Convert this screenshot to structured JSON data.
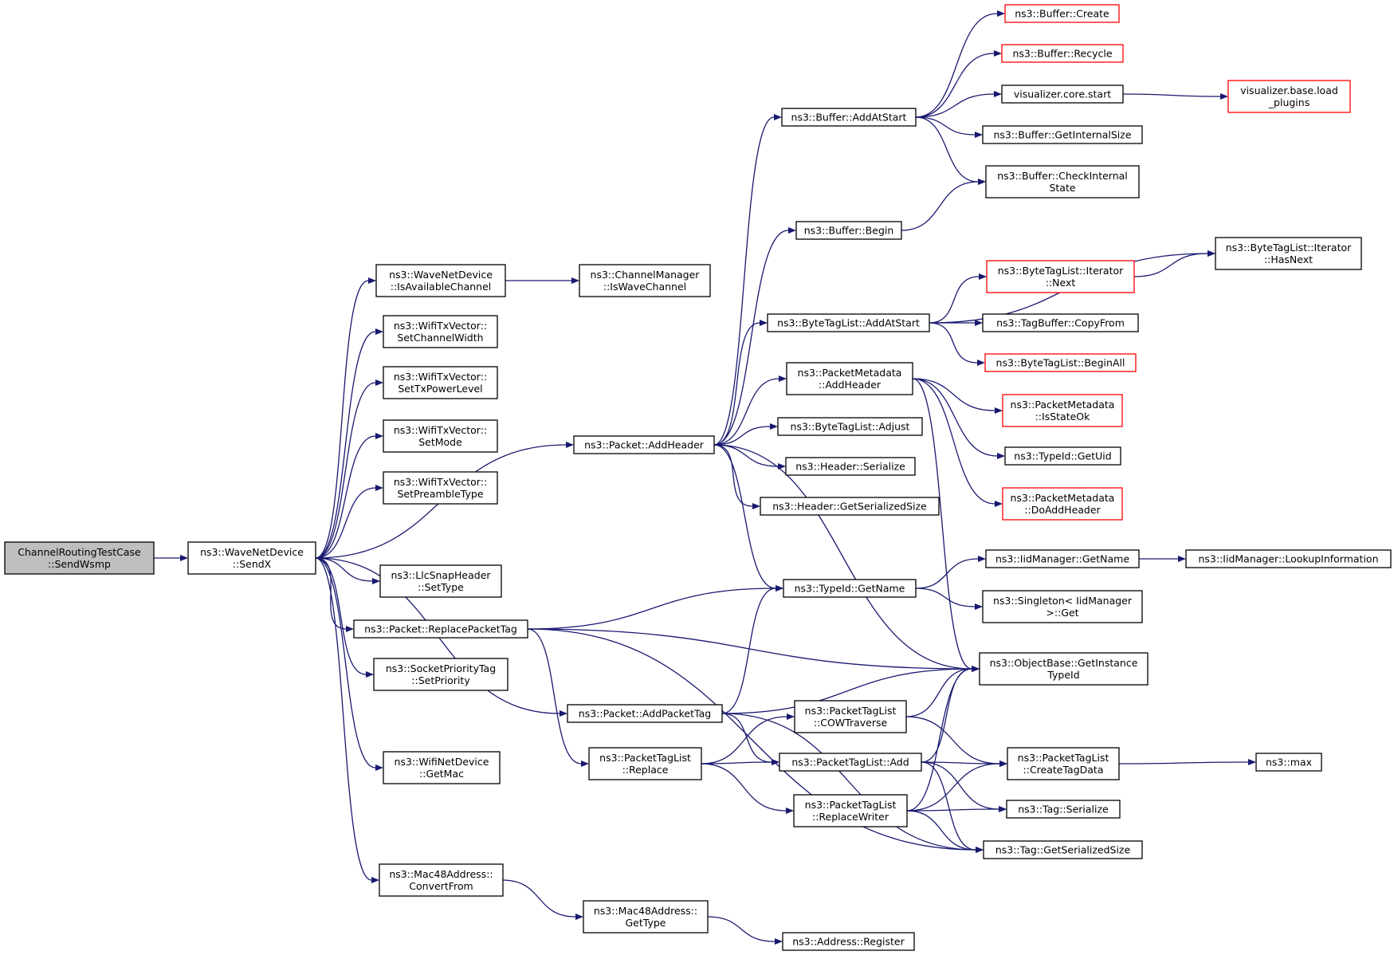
{
  "colors": {
    "edge": "#191970",
    "root_fill": "#bfbfbf",
    "truncated_border": "#ff0000",
    "node_border": "#000000"
  },
  "nodes": [
    {
      "id": "root",
      "lines": [
        "ChannelRoutingTestCase",
        "::SendWsmp"
      ],
      "style": "root"
    },
    {
      "id": "sendx",
      "lines": [
        "ns3::WaveNetDevice",
        "::SendX"
      ]
    },
    {
      "id": "isavail",
      "lines": [
        "ns3::WaveNetDevice",
        "::IsAvailableChannel"
      ]
    },
    {
      "id": "iswave",
      "lines": [
        "ns3::ChannelManager",
        "::IsWaveChannel"
      ]
    },
    {
      "id": "setcw",
      "lines": [
        "ns3::WifiTxVector::",
        "SetChannelWidth"
      ]
    },
    {
      "id": "settxp",
      "lines": [
        "ns3::WifiTxVector::",
        "SetTxPowerLevel"
      ]
    },
    {
      "id": "setmode",
      "lines": [
        "ns3::WifiTxVector::",
        "SetMode"
      ]
    },
    {
      "id": "setpre",
      "lines": [
        "ns3::WifiTxVector::",
        "SetPreambleType"
      ]
    },
    {
      "id": "llc",
      "lines": [
        "ns3::LlcSnapHeader",
        "::SetType"
      ]
    },
    {
      "id": "replpt",
      "lines": [
        "ns3::Packet::ReplacePacketTag"
      ]
    },
    {
      "id": "sockpri",
      "lines": [
        "ns3::SocketPriorityTag",
        "::SetPriority"
      ]
    },
    {
      "id": "addpt",
      "lines": [
        "ns3::Packet::AddPacketTag"
      ]
    },
    {
      "id": "getmac",
      "lines": [
        "ns3::WifiNetDevice",
        "::GetMac"
      ]
    },
    {
      "id": "convfrom",
      "lines": [
        "ns3::Mac48Address::",
        "ConvertFrom"
      ]
    },
    {
      "id": "gettype",
      "lines": [
        "ns3::Mac48Address::",
        "GetType"
      ]
    },
    {
      "id": "register",
      "lines": [
        "ns3::Address::Register"
      ]
    },
    {
      "id": "addheader",
      "lines": [
        "ns3::Packet::AddHeader"
      ]
    },
    {
      "id": "buf_addatstart",
      "lines": [
        "ns3::Buffer::AddAtStart"
      ]
    },
    {
      "id": "buf_begin",
      "lines": [
        "ns3::Buffer::Begin"
      ]
    },
    {
      "id": "btl_addatstart",
      "lines": [
        "ns3::ByteTagList::AddAtStart"
      ]
    },
    {
      "id": "pm_addheader",
      "lines": [
        "ns3::PacketMetadata",
        "::AddHeader"
      ]
    },
    {
      "id": "btl_adjust",
      "lines": [
        "ns3::ByteTagList::Adjust"
      ]
    },
    {
      "id": "hdr_ser",
      "lines": [
        "ns3::Header::Serialize"
      ]
    },
    {
      "id": "hdr_gss",
      "lines": [
        "ns3::Header::GetSerializedSize"
      ]
    },
    {
      "id": "tid_getname",
      "lines": [
        "ns3::TypeId::GetName"
      ]
    },
    {
      "id": "ptl_cow",
      "lines": [
        "ns3::PacketTagList",
        "::COWTraverse"
      ]
    },
    {
      "id": "ptl_add",
      "lines": [
        "ns3::PacketTagList::Add"
      ]
    },
    {
      "id": "ptl_replace",
      "lines": [
        "ns3::PacketTagList",
        "::Replace"
      ]
    },
    {
      "id": "ptl_rw",
      "lines": [
        "ns3::PacketTagList",
        "::ReplaceWriter"
      ]
    },
    {
      "id": "buf_create",
      "lines": [
        "ns3::Buffer::Create"
      ],
      "style": "trunc"
    },
    {
      "id": "buf_recycle",
      "lines": [
        "ns3::Buffer::Recycle"
      ],
      "style": "trunc"
    },
    {
      "id": "viz_start",
      "lines": [
        "visualizer.core.start"
      ]
    },
    {
      "id": "buf_gis",
      "lines": [
        "ns3::Buffer::GetInternalSize"
      ]
    },
    {
      "id": "buf_cis",
      "lines": [
        "ns3::Buffer::CheckInternal",
        "State"
      ]
    },
    {
      "id": "btl_it_next",
      "lines": [
        "ns3::ByteTagList::Iterator",
        "::Next"
      ],
      "style": "trunc"
    },
    {
      "id": "tagbuf_copy",
      "lines": [
        "ns3::TagBuffer::CopyFrom"
      ]
    },
    {
      "id": "btl_beginall",
      "lines": [
        "ns3::ByteTagList::BeginAll"
      ],
      "style": "trunc"
    },
    {
      "id": "pm_stateok",
      "lines": [
        "ns3::PacketMetadata",
        "::IsStateOk"
      ],
      "style": "trunc"
    },
    {
      "id": "tid_getuid",
      "lines": [
        "ns3::TypeId::GetUid"
      ]
    },
    {
      "id": "pm_doadd",
      "lines": [
        "ns3::PacketMetadata",
        "::DoAddHeader"
      ],
      "style": "trunc"
    },
    {
      "id": "iid_getname",
      "lines": [
        "ns3::IidManager::GetName"
      ]
    },
    {
      "id": "singleton_get",
      "lines": [
        "ns3::Singleton< IidManager",
        " >::Get"
      ]
    },
    {
      "id": "ob_git",
      "lines": [
        "ns3::ObjectBase::GetInstance",
        "TypeId"
      ]
    },
    {
      "id": "ptl_ctd",
      "lines": [
        "ns3::PacketTagList",
        "::CreateTagData"
      ]
    },
    {
      "id": "tag_ser",
      "lines": [
        "ns3::Tag::Serialize"
      ]
    },
    {
      "id": "tag_gss",
      "lines": [
        "ns3::Tag::GetSerializedSize"
      ]
    },
    {
      "id": "viz_load",
      "lines": [
        "visualizer.base.load",
        "_plugins"
      ],
      "style": "trunc"
    },
    {
      "id": "btl_it_hasnext",
      "lines": [
        "ns3::ByteTagList::Iterator",
        "::HasNext"
      ]
    },
    {
      "id": "iid_lookup",
      "lines": [
        "ns3::IidManager::LookupInformation"
      ]
    },
    {
      "id": "max",
      "lines": [
        "ns3::max"
      ]
    }
  ],
  "edges": [
    [
      "root",
      "sendx"
    ],
    [
      "sendx",
      "isavail"
    ],
    [
      "sendx",
      "setcw"
    ],
    [
      "sendx",
      "settxp"
    ],
    [
      "sendx",
      "setmode"
    ],
    [
      "sendx",
      "setpre"
    ],
    [
      "sendx",
      "addheader"
    ],
    [
      "sendx",
      "llc"
    ],
    [
      "sendx",
      "replpt"
    ],
    [
      "sendx",
      "sockpri"
    ],
    [
      "sendx",
      "addpt"
    ],
    [
      "sendx",
      "getmac"
    ],
    [
      "sendx",
      "convfrom"
    ],
    [
      "isavail",
      "iswave"
    ],
    [
      "convfrom",
      "gettype"
    ],
    [
      "gettype",
      "register"
    ],
    [
      "addheader",
      "buf_addatstart"
    ],
    [
      "addheader",
      "buf_begin"
    ],
    [
      "addheader",
      "btl_addatstart"
    ],
    [
      "addheader",
      "pm_addheader"
    ],
    [
      "addheader",
      "btl_adjust"
    ],
    [
      "addheader",
      "hdr_ser"
    ],
    [
      "addheader",
      "hdr_gss"
    ],
    [
      "addheader",
      "tid_getname"
    ],
    [
      "addheader",
      "ob_git"
    ],
    [
      "buf_addatstart",
      "buf_create"
    ],
    [
      "buf_addatstart",
      "buf_recycle"
    ],
    [
      "buf_addatstart",
      "viz_start"
    ],
    [
      "buf_addatstart",
      "buf_gis"
    ],
    [
      "buf_addatstart",
      "buf_cis"
    ],
    [
      "viz_start",
      "viz_load"
    ],
    [
      "buf_begin",
      "buf_cis"
    ],
    [
      "btl_addatstart",
      "btl_it_hasnext"
    ],
    [
      "btl_addatstart",
      "btl_it_next"
    ],
    [
      "btl_addatstart",
      "tagbuf_copy"
    ],
    [
      "btl_addatstart",
      "btl_beginall"
    ],
    [
      "btl_it_next",
      "btl_it_hasnext"
    ],
    [
      "pm_addheader",
      "pm_stateok"
    ],
    [
      "pm_addheader",
      "tid_getuid"
    ],
    [
      "pm_addheader",
      "pm_doadd"
    ],
    [
      "pm_addheader",
      "ob_git"
    ],
    [
      "tid_getname",
      "iid_getname"
    ],
    [
      "tid_getname",
      "singleton_get"
    ],
    [
      "iid_getname",
      "iid_lookup"
    ],
    [
      "replpt",
      "tid_getname"
    ],
    [
      "replpt",
      "ob_git"
    ],
    [
      "replpt",
      "ptl_replace"
    ],
    [
      "replpt",
      "tag_gss"
    ],
    [
      "addpt",
      "tid_getname"
    ],
    [
      "addpt",
      "ob_git"
    ],
    [
      "addpt",
      "ptl_add"
    ],
    [
      "addpt",
      "tag_gss"
    ],
    [
      "ptl_replace",
      "ptl_cow"
    ],
    [
      "ptl_replace",
      "ptl_add"
    ],
    [
      "ptl_replace",
      "ptl_rw"
    ],
    [
      "ptl_cow",
      "ob_git"
    ],
    [
      "ptl_cow",
      "ptl_ctd"
    ],
    [
      "ptl_add",
      "ob_git"
    ],
    [
      "ptl_add",
      "ptl_ctd"
    ],
    [
      "ptl_add",
      "tag_ser"
    ],
    [
      "ptl_add",
      "tag_gss"
    ],
    [
      "ptl_rw",
      "ob_git"
    ],
    [
      "ptl_rw",
      "ptl_ctd"
    ],
    [
      "ptl_rw",
      "tag_ser"
    ],
    [
      "ptl_rw",
      "tag_gss"
    ],
    [
      "ptl_ctd",
      "max"
    ]
  ]
}
